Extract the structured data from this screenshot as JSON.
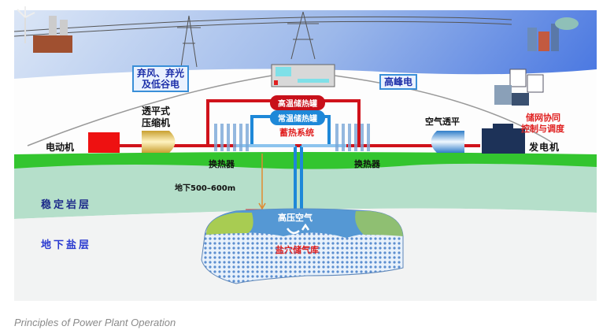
{
  "diagram": {
    "labels": {
      "curtailed_power": "弃风、弃光及低谷电",
      "curtailed_power_line1": "弃风、弃光",
      "curtailed_power_line2": "及低谷电",
      "peak_power": "高峰电",
      "high_temp_tank": "高温储热罐",
      "normal_temp_tank": "常温储热罐",
      "heat_storage_system": "蓄热系统",
      "compressor_line1": "透平式",
      "compressor_line2": "压缩机",
      "motor": "电动机",
      "air_turbine": "空气透平",
      "control_line1": "储网协同",
      "control_line2": "控制与调度",
      "generator": "发电机",
      "heat_exchanger_left": "换热器",
      "heat_exchanger_right": "换热器",
      "depth": "地下500–600m",
      "stable_rock": "稳定岩层",
      "salt_layer": "地下盐层",
      "high_pressure_air": "高压空气",
      "salt_cavern": "盐穴储气库"
    },
    "colors": {
      "hot_pipe": "#d0121b",
      "cold_pipe": "#1e88d8",
      "ground": "#33c52f",
      "rock": "#b5dfca"
    }
  },
  "caption": "Principles of Power Plant Operation"
}
